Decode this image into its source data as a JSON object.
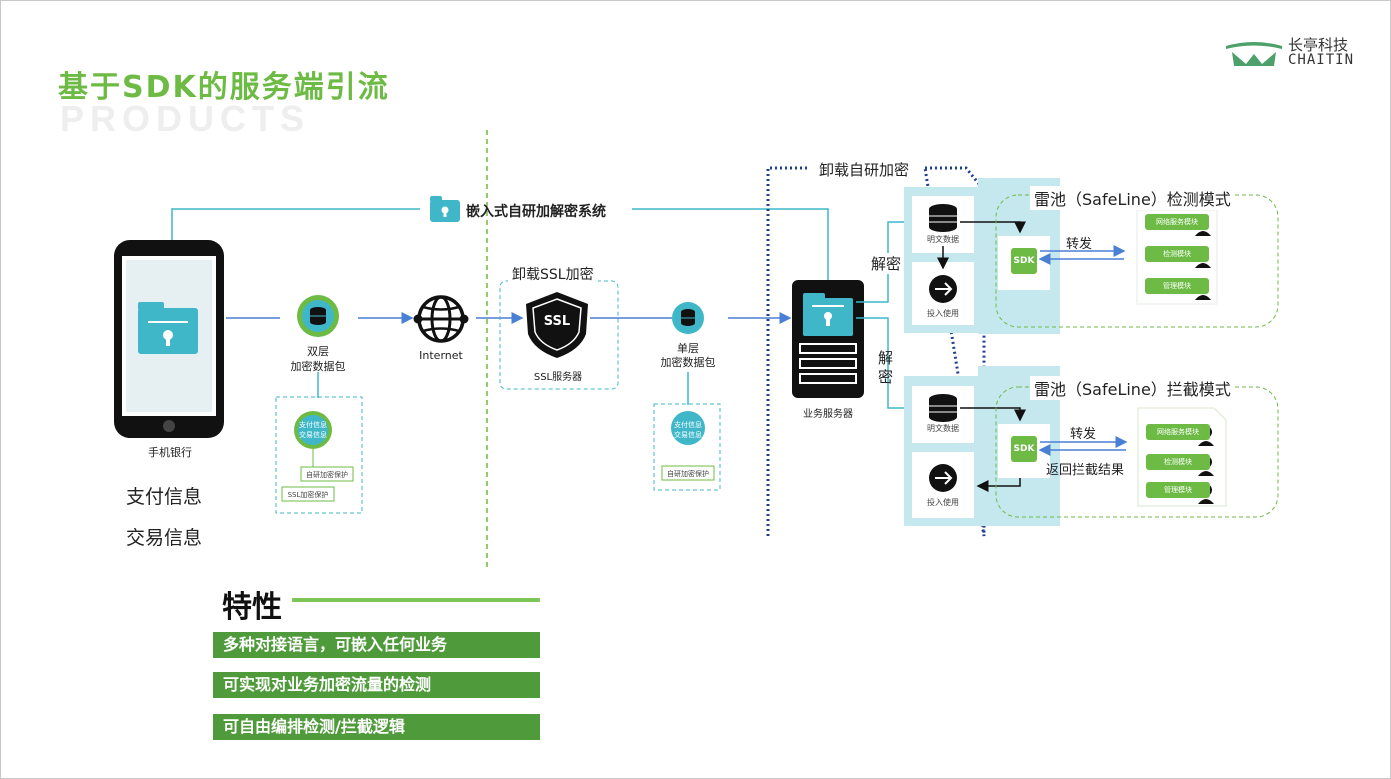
{
  "header": {
    "title": "基于SDK的服务端引流",
    "subtitle": "PRODUCTS",
    "brand_cn": "长亭科技",
    "brand_en": "CHAITIN"
  },
  "diagram": {
    "embedded_system_label": "嵌入式自研加解密系统",
    "phone_label": "手机银行",
    "payment_info": "支付信息",
    "transaction_info": "交易信息",
    "double_layer_label_1": "双层",
    "double_layer_label_2": "加密数据包",
    "double_inner_circle_1": "支付信息",
    "double_inner_circle_2": "交易信息",
    "double_self_protect": "自研加密保护",
    "double_ssl_protect": "SSL加密保护",
    "internet_label": "Internet",
    "ssl_offload_title": "卸载SSL加密",
    "ssl_badge_text": "SSL",
    "ssl_server_label": "SSL服务器",
    "single_layer_label_1": "单层",
    "single_layer_label_2": "加密数据包",
    "single_inner_circle_1": "支付信息",
    "single_inner_circle_2": "交易信息",
    "single_self_protect": "自研加密保护",
    "self_offload_title": "卸载自研加密",
    "business_server_label": "业务服务器",
    "decrypt_top": "解密",
    "decrypt_bottom_1": "解",
    "decrypt_bottom_2": "密",
    "plain_data_top": "明文数据",
    "put_use_top": "投入使用",
    "plain_data_bottom": "明文数据",
    "put_use_bottom": "投入使用",
    "detect_mode_title": "雷池（SafeLine）检测模式",
    "block_mode_title": "雷池（SafeLine）拦截模式",
    "sdk_label_top": "SDK",
    "sdk_label_bottom": "SDK",
    "forward_top": "转发",
    "forward_bottom": "转发",
    "return_block_result": "返回拦截结果",
    "detect_modules": [
      "网络服务模块",
      "检测模块",
      "管理模块"
    ],
    "block_modules": [
      "网络服务模块",
      "检测模块",
      "管理模块"
    ]
  },
  "features": {
    "title": "特性",
    "items": [
      "多种对接语言，可嵌入任何业务",
      "可实现对业务加密流量的检测",
      "可自由编排检测/拦截逻辑"
    ]
  },
  "colors": {
    "green": "#6dbb45",
    "teal": "#3fb7c9",
    "panel": "#c4e8ee",
    "arrow_blue": "#4a7fd6",
    "dark": "#111111"
  }
}
